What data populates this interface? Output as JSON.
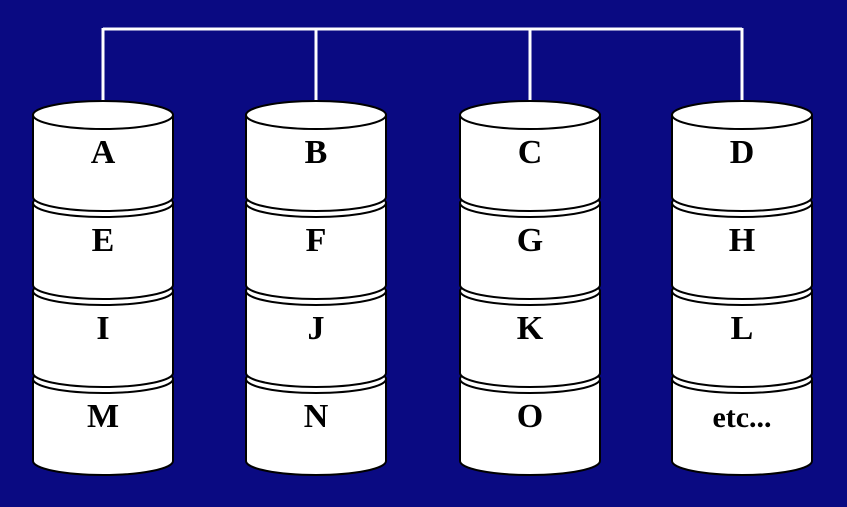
{
  "colors": {
    "background": "#0a0a82",
    "disk_fill": "#ffffff",
    "disk_stroke": "#000000",
    "bus_line": "#ffffff",
    "text": "#000000"
  },
  "disks": [
    [
      "A",
      "E",
      "I",
      "M"
    ],
    [
      "B",
      "F",
      "J",
      "N"
    ],
    [
      "C",
      "G",
      "K",
      "O"
    ],
    [
      "D",
      "H",
      "L",
      "etc..."
    ]
  ]
}
